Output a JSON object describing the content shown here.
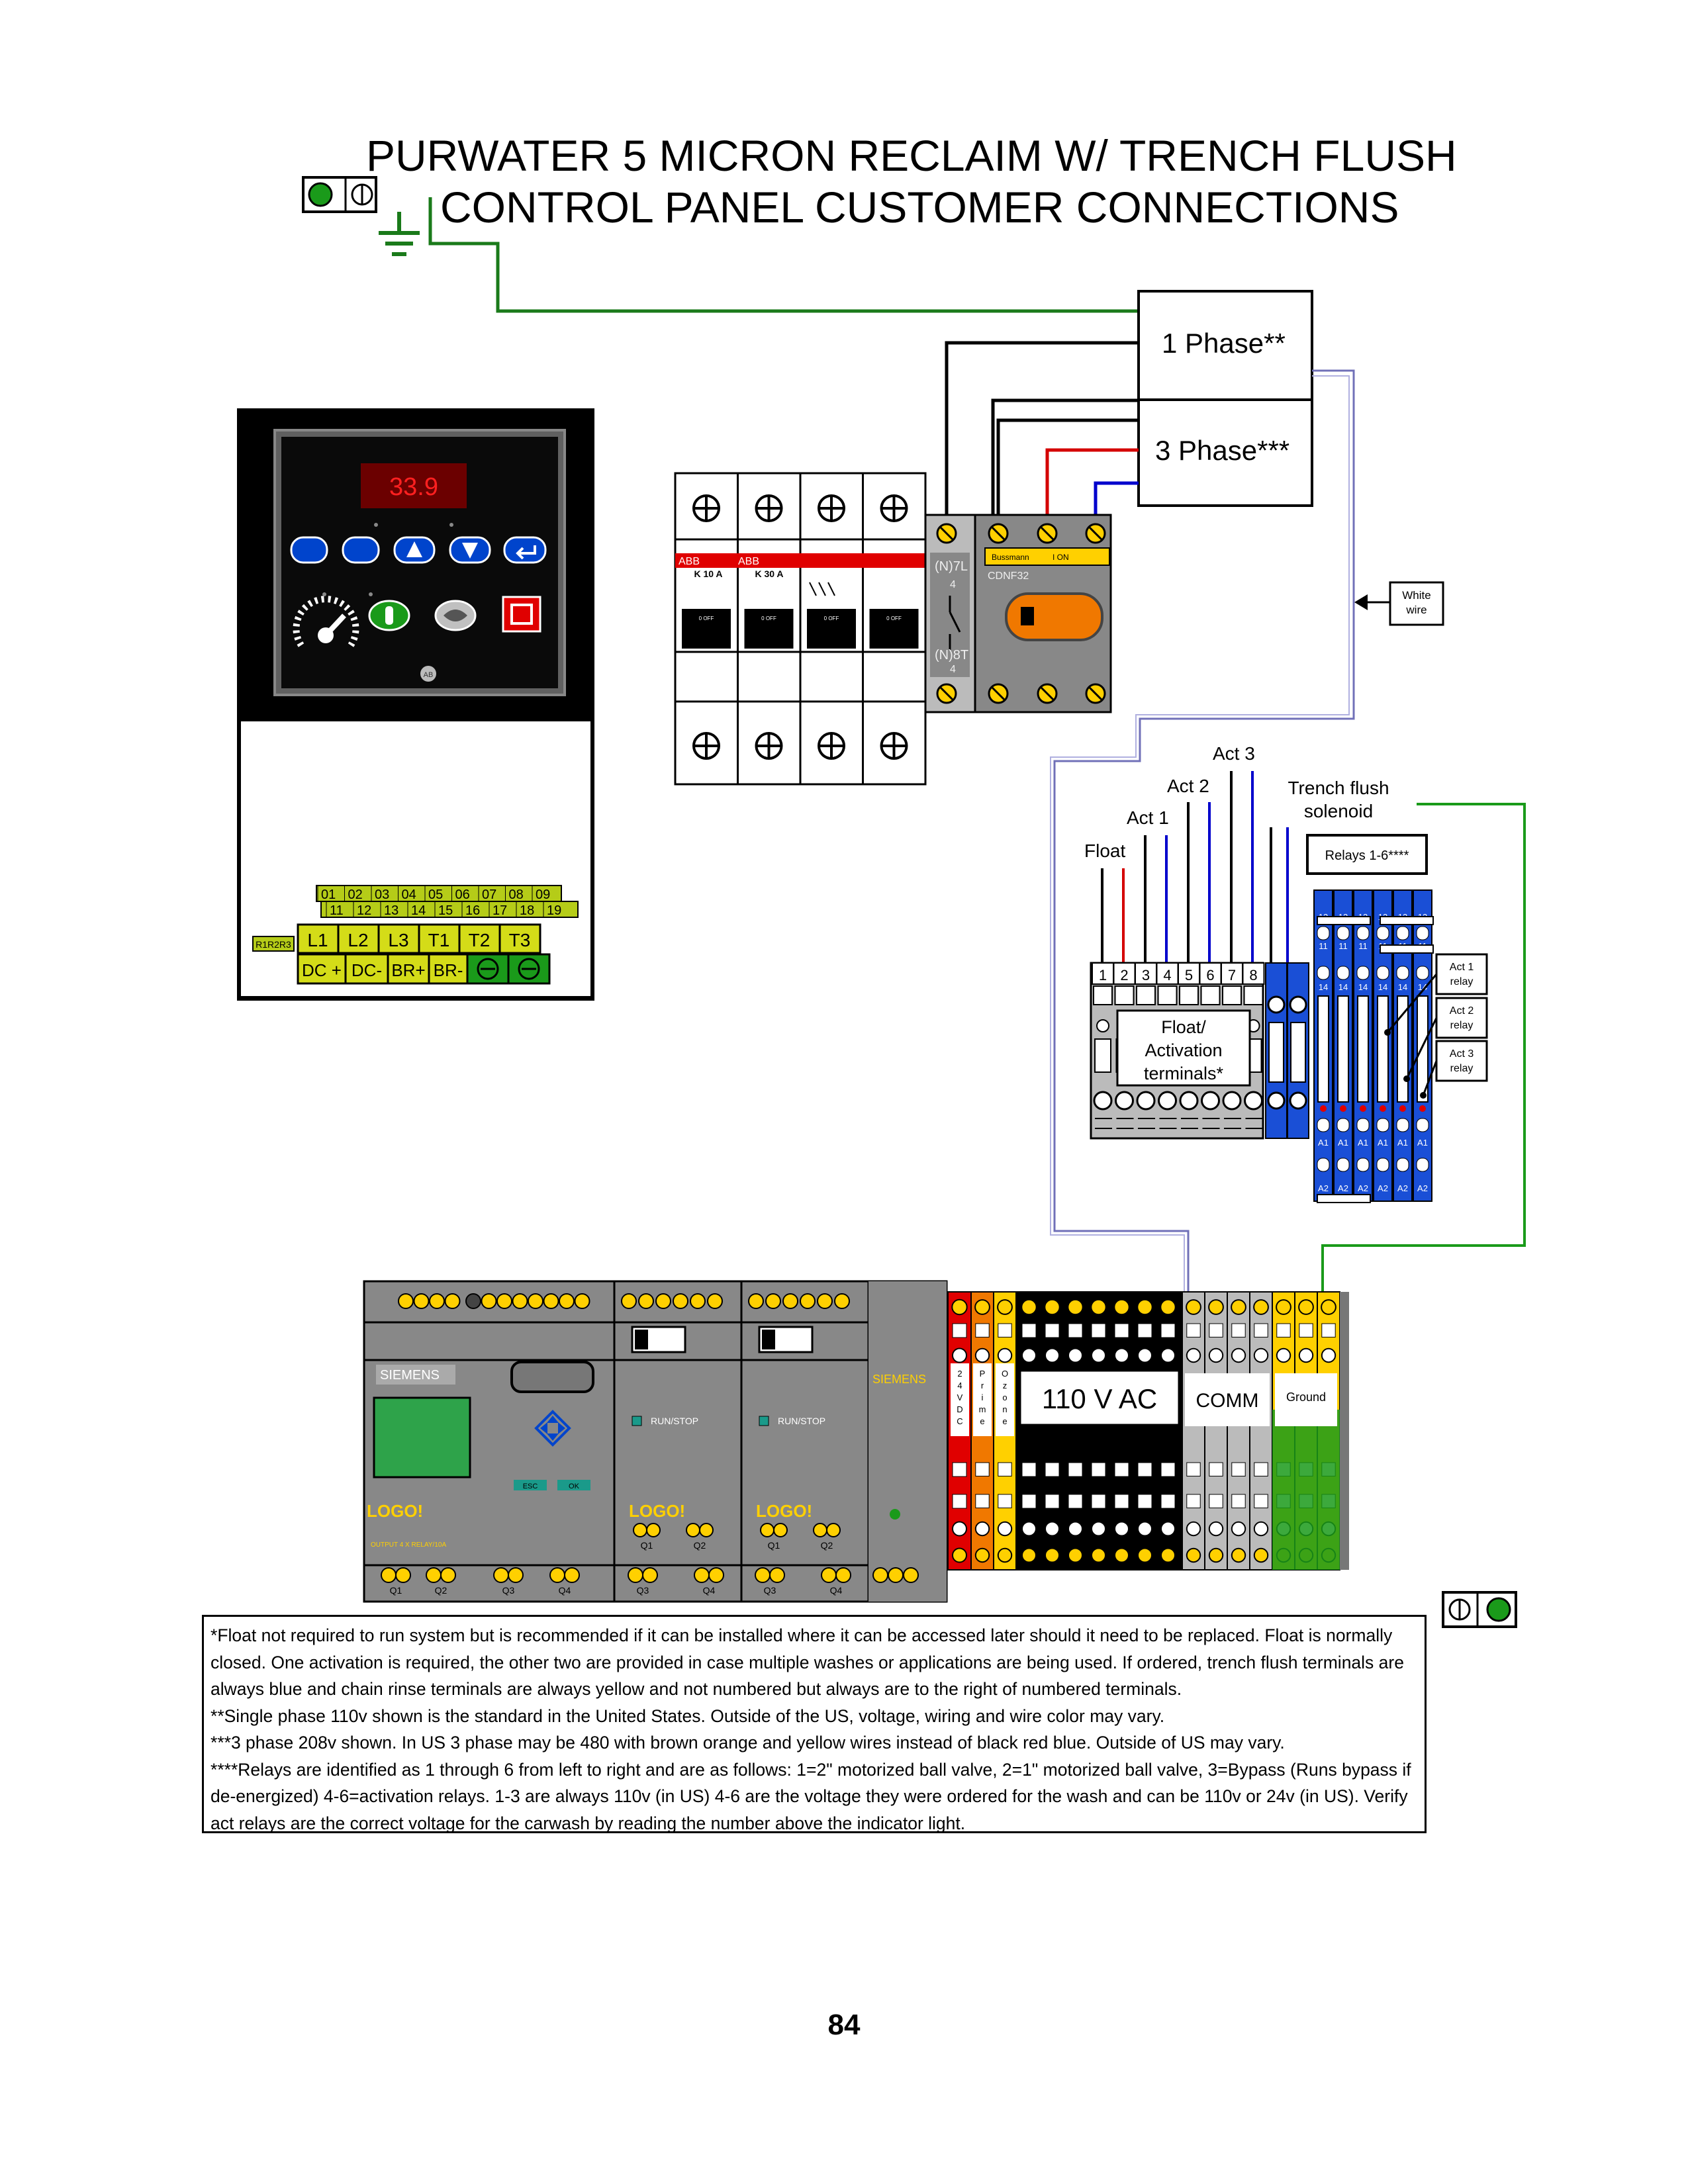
{
  "title": {
    "line1": "PURWATER 5 MICRON RECLAIM  W/ TRENCH FLUSH",
    "line2": "CONTROL PANEL CUSTOMER CONNECTIONS"
  },
  "power": {
    "one_phase": "1 Phase**",
    "three_phase": "3 Phase***",
    "white_wire": [
      "White",
      "wire"
    ]
  },
  "vfd": {
    "display": "33.9",
    "logo": "AB",
    "terminals_row1": [
      "01",
      "02",
      "03",
      "04",
      "05",
      "06",
      "07",
      "08",
      "09"
    ],
    "terminals_row2": [
      "11",
      "12",
      "13",
      "14",
      "15",
      "16",
      "17",
      "18",
      "19"
    ],
    "relay_label": "R1R2R3",
    "power_terminals": [
      "L1",
      "L2",
      "L3",
      "T1",
      "T2",
      "T3"
    ],
    "dc_terminals": [
      "DC +",
      "DC-",
      "BR+",
      "BR-"
    ]
  },
  "breakers": {
    "brand": "ABB",
    "ratings": [
      "K 10 A",
      "K 30 A"
    ],
    "off": "0 OFF"
  },
  "disconnect": {
    "brand": "Bussmann",
    "on_label": "I ON",
    "model": "CDNF32",
    "n7l": "(N)7L",
    "n8t": "(N)8T",
    "pole": "4"
  },
  "inputs": {
    "act3": "Act 3",
    "act2": "Act 2",
    "act1": "Act 1",
    "float": "Float",
    "trench": [
      "Trench flush",
      "solenoid"
    ],
    "relays": "Relays 1-6****",
    "terminal_numbers": [
      "1",
      "2",
      "3",
      "4",
      "5",
      "6",
      "7",
      "8"
    ],
    "float_terminals": [
      "Float/",
      "Activation",
      "terminals*"
    ],
    "relay_codes": [
      "12",
      "11",
      "14",
      "A1",
      "A2"
    ],
    "act_relays": [
      [
        "Act 1",
        "relay"
      ],
      [
        "Act 2",
        "relay"
      ],
      [
        "Act 3",
        "relay"
      ]
    ]
  },
  "plc": {
    "brand": "SIEMENS",
    "logo": "LOGO!",
    "run_stop": "RUN/STOP",
    "esc": "ESC",
    "ok": "OK",
    "output_text": "OUTPUT 4 X RELAY/10A",
    "outputs_main": [
      "Q1",
      "Q2",
      "Q3",
      "Q4"
    ],
    "outputs_ext": [
      "Q1",
      "Q2"
    ],
    "psu_brand": "SIEMENS"
  },
  "terminal_strip": {
    "dc24": [
      "2",
      "4",
      "V",
      "D",
      "C"
    ],
    "prime": [
      "P",
      "r",
      "i",
      "m",
      "e"
    ],
    "ozone": [
      "O",
      "z",
      "o",
      "n",
      "e"
    ],
    "ac110": "110 V AC",
    "comm": "COMM",
    "ground": "Ground"
  },
  "notes": [
    "*Float not required to run system but is recommended if it can be installed where it can be accessed later should it need to be replaced.  Float is normally closed.  One activation is required, the other two are provided in case multiple washes or applications are being used.  If ordered, trench flush terminals are always blue and chain rinse terminals are always yellow and not numbered but always are to the right of numbered terminals.",
    "**Single phase 110v shown is the standard in the United States.  Outside of the US, voltage, wiring and wire color may vary.",
    "***3 phase 208v shown.  In US 3 phase may be 480 with brown orange and yellow wires instead of black red blue.  Outside of US may vary.",
    "****Relays are identified as 1 through 6 from left to right and are as follows: 1=2\" motorized ball valve, 2=1\" motorized ball valve, 3=Bypass (Runs bypass if de-energized) 4-6=activation relays.  1-3 are always 110v (in US) 4-6 are the voltage they were ordered for the wash and can be 110v or 24v (in US).  Verify act relays are the correct voltage for the carwash by reading the number above the indicator light."
  ],
  "page_number": "84",
  "colors": {
    "ground_wire": "#1a7a1a",
    "black_wire": "#000000",
    "red_wire": "#d40000",
    "blue_wire": "#0000cc",
    "white_wire": "#8080c0",
    "terminal_yellow_green": "#b5cc18",
    "relay_blue": "#1a4fd6",
    "logo_yellow": "#ffd000"
  }
}
